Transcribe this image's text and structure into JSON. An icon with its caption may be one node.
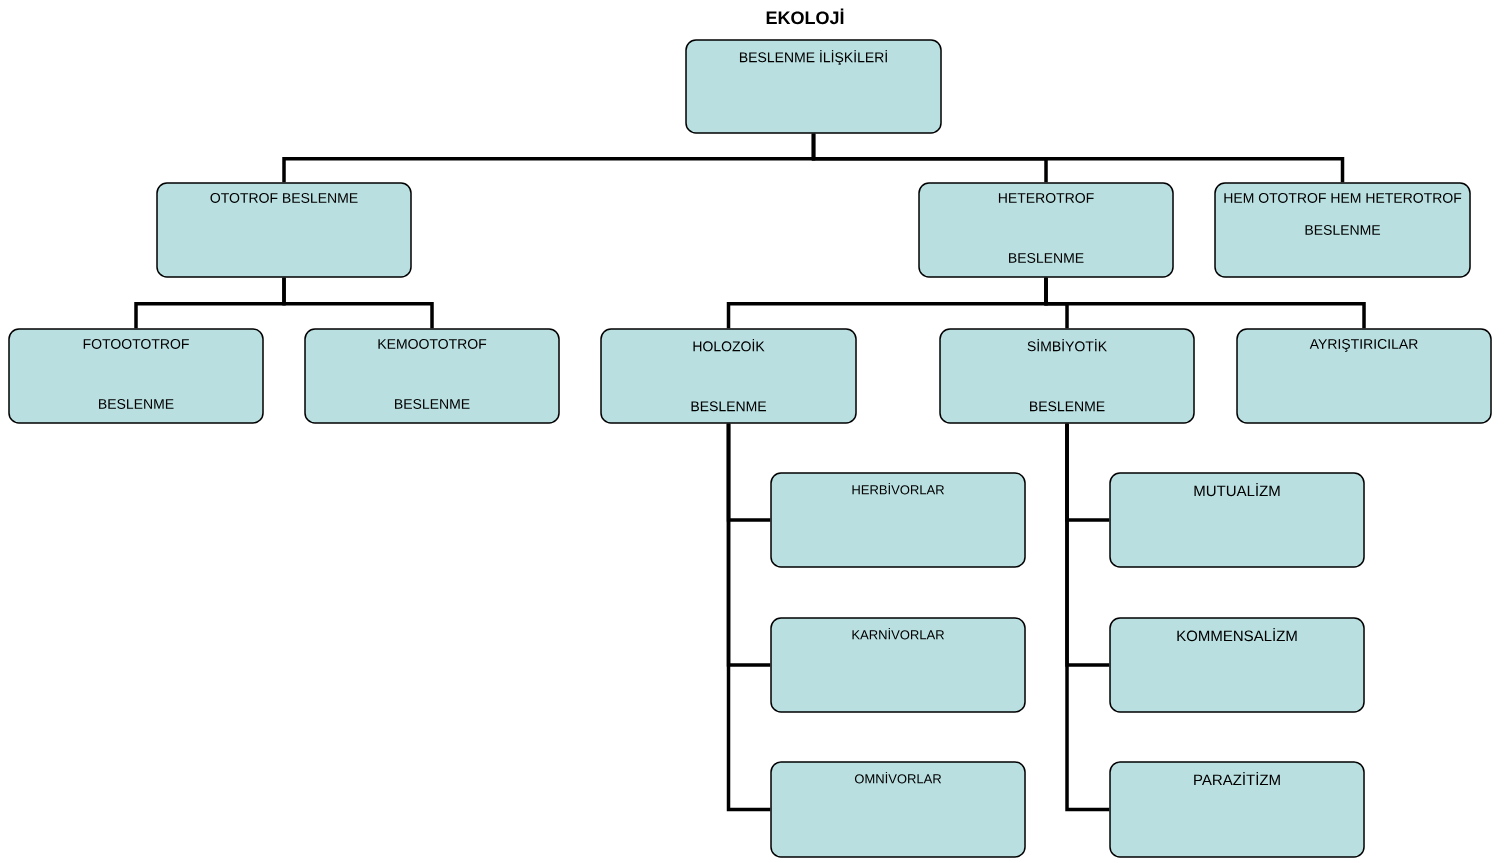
{
  "diagram": {
    "title": "EKOLOJİ",
    "nodes": [
      {
        "text": [
          "BESLENME İLİŞKİLERİ"
        ]
      },
      {
        "text": [
          "OTOTROF BESLENME"
        ]
      },
      {
        "text": [
          "HETEROTROF BESLENME"
        ]
      },
      {
        "text": [
          "HEM OTOTROF HEM HETEROTROF BESLENME"
        ]
      },
      {
        "text": [
          "FOTOOTOTROF BESLENME"
        ]
      },
      {
        "text": [
          "KEMOOTOTROF BESLENME"
        ]
      },
      {
        "text": [
          "HOLOZOİK BESLENME"
        ]
      },
      {
        "text": [
          "SİMBİYOTİK BESLENME"
        ]
      },
      {
        "text": [
          "AYRIŞTIRICILAR"
        ]
      },
      {
        "text": [
          "HERBİVORLAR"
        ]
      },
      {
        "text": [
          "KARNİVORLAR"
        ]
      },
      {
        "text": [
          "OMNİVORLAR"
        ]
      },
      {
        "text": [
          "MUTUALİZM"
        ]
      },
      {
        "text": [
          "KOMMENSALİZM"
        ]
      },
      {
        "text": [
          "PARAZİTİZM"
        ]
      }
    ],
    "edges": [
      {
        "from": 0,
        "to": 1,
        "arrow": "none"
      },
      {
        "from": 0,
        "to": 2,
        "arrow": "none"
      },
      {
        "from": 0,
        "to": 3,
        "arrow": "none"
      },
      {
        "from": 1,
        "to": 4,
        "arrow": "none"
      },
      {
        "from": 1,
        "to": 5,
        "arrow": "none"
      },
      {
        "from": 2,
        "to": 6,
        "arrow": "none"
      },
      {
        "from": 2,
        "to": 7,
        "arrow": "none"
      },
      {
        "from": 2,
        "to": 8,
        "arrow": "none"
      },
      {
        "from": 6,
        "to": 9,
        "arrow": "none"
      },
      {
        "from": 6,
        "to": 10,
        "arrow": "none"
      },
      {
        "from": 6,
        "to": 11,
        "arrow": "none"
      },
      {
        "from": 7,
        "to": 12,
        "arrow": "none"
      },
      {
        "from": 7,
        "to": 13,
        "arrow": "none"
      },
      {
        "from": 7,
        "to": 14,
        "arrow": "none"
      }
    ]
  }
}
